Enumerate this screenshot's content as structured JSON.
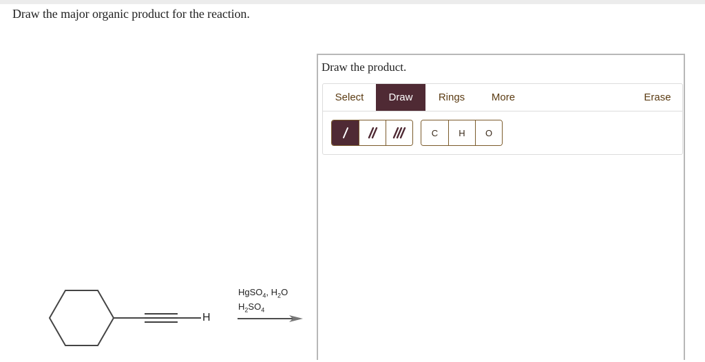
{
  "question": {
    "text": "Draw the major organic product for the reaction."
  },
  "panel": {
    "title": "Draw the product."
  },
  "toolbar": {
    "tabs": [
      {
        "label": "Select",
        "active": false
      },
      {
        "label": "Draw",
        "active": true
      },
      {
        "label": "Rings",
        "active": false
      },
      {
        "label": "More",
        "active": false
      }
    ],
    "erase_label": "Erase",
    "bond_buttons": [
      {
        "name": "single-bond",
        "active": true
      },
      {
        "name": "double-bond",
        "active": false
      },
      {
        "name": "triple-bond",
        "active": false
      }
    ],
    "atom_buttons": [
      "C",
      "H",
      "O"
    ]
  },
  "reaction": {
    "reactant": "cyclohexylacetylene",
    "terminal_atom": "H",
    "reagents_line1": [
      "HgSO",
      "4",
      ", H",
      "2",
      "O"
    ],
    "reagents_line2": [
      "H",
      "2",
      "SO",
      "4"
    ]
  },
  "colors": {
    "accent": "#4f2a34",
    "tab_text": "#5b3b12",
    "button_border": "#7a5a2a",
    "panel_border": "#b7b7b7"
  }
}
